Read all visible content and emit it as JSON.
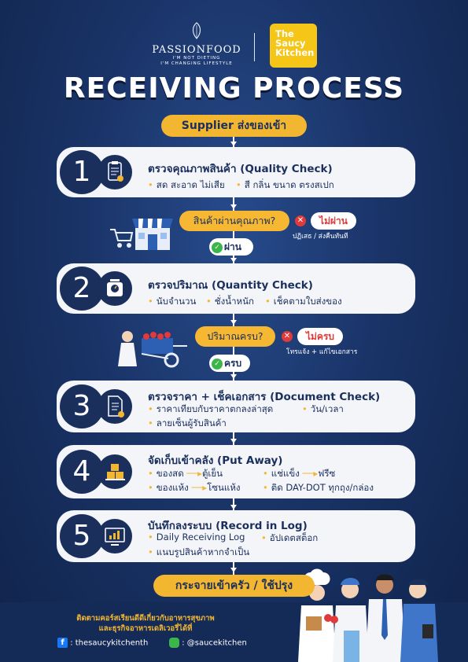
{
  "brand": {
    "name": "PASSIONFOOD",
    "tagline_1": "I'M NOT DIETING",
    "tagline_2": "I'M CHANGING LIFESTYLE",
    "partner_line_1": "The",
    "partner_line_2": "Saucy",
    "partner_line_3": "Kitchen"
  },
  "title": "RECEIVING PROCESS",
  "start": "Supplier ส่งของเข้า",
  "steps": [
    {
      "number": "1",
      "icon": "clipboard-check-icon",
      "title": "ตรวจคุณภาพสินค้า (Quality Check)",
      "items": [
        "สด สะอาด ไม่เสีย",
        "สี กลิ่น ขนาด ตรงสเปก"
      ]
    },
    {
      "number": "2",
      "icon": "weighing-scale-icon",
      "title": "ตรวจปริมาณ (Quantity Check)",
      "items": [
        "นับจำนวน",
        "ชั่งน้ำหนัก",
        "เช็คตามใบส่งของ"
      ]
    },
    {
      "number": "3",
      "icon": "document-check-icon",
      "title": "ตรวจราคา + เช็คเอกสาร (Document Check)",
      "items": [
        "ราคาเทียบกับราคาตกลงล่าสุด",
        "วัน/เวลา",
        "ลายเซ็นผู้รับสินค้า"
      ]
    },
    {
      "number": "4",
      "icon": "boxes-icon",
      "title": "จัดเก็บเข้าคลัง (Put Away)",
      "items": [
        {
          "from": "ของสด",
          "to": "ตู้เย็น"
        },
        {
          "from": "แช่แข็ง",
          "to": "ฟรีซ"
        },
        {
          "from": "ของแห้ง",
          "to": "โซนแห้ง"
        },
        {
          "text": "ติด DAY-DOT ทุกถุง/กล่อง"
        }
      ]
    },
    {
      "number": "5",
      "icon": "monitor-chart-icon",
      "title": "บันทึกลงระบบ (Record in Log)",
      "items": [
        "Daily Receiving Log",
        "อัปเดตสต็อก",
        "แนบรูปสินค้าหากจำเป็น"
      ]
    }
  ],
  "decisions": [
    {
      "question": "สินค้าผ่านคุณภาพ?",
      "no_label": "ไม่ผ่าน",
      "no_note": "ปฏิเสธ / ส่งคืนทันที",
      "yes_label": "ผ่าน"
    },
    {
      "question": "ปริมาณครบ?",
      "no_label": "ไม่ครบ",
      "no_note": "โทรแจ้ง + แก้ไขเอกสาร",
      "yes_label": "ครบ"
    }
  ],
  "end": "กระจายเข้าครัว / ใช้ปรุง",
  "footer": {
    "line_1": "ติดตามคอร์สเรียนดีดีเกี่ยวกับอาหารสุขภาพ",
    "line_2": "และธุรกิจอาหารเดลิเวอรี่ได้ที่",
    "facebook": ": thesaucykitchenth",
    "line": ": @saucekitchen"
  },
  "colors": {
    "background": "#1a3468",
    "navy": "#1b2f5d",
    "accent": "#f3b631",
    "card": "#f3f5f9",
    "no_red": "#e03a3a",
    "yes_green": "#3cb54a"
  }
}
